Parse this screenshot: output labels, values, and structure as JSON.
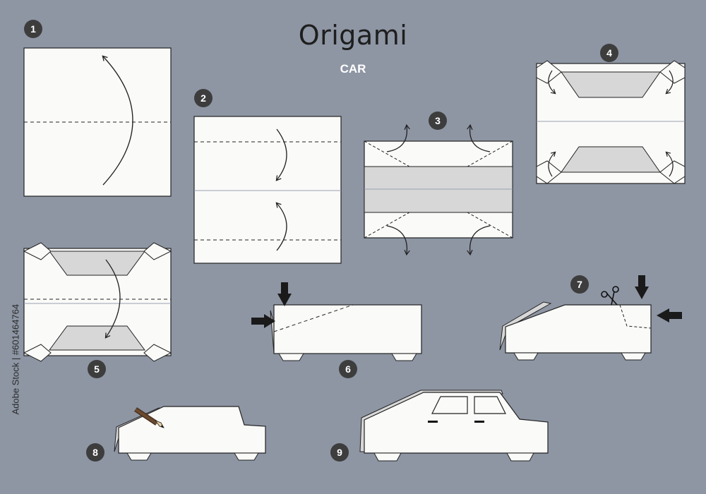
{
  "header": {
    "title": "Origami",
    "subtitle": "CAR"
  },
  "steps": [
    {
      "label": "1"
    },
    {
      "label": "2"
    },
    {
      "label": "3"
    },
    {
      "label": "4"
    },
    {
      "label": "5"
    },
    {
      "label": "6"
    },
    {
      "label": "7"
    },
    {
      "label": "8"
    },
    {
      "label": "9"
    }
  ],
  "watermark": {
    "stock_id": "Adobe Stock | #601464764"
  },
  "colors": {
    "background": "#8e96a4",
    "paper": "#fafaf8",
    "paper_shadow": "#d7d7d7",
    "outline": "#222222",
    "badge": "#3d3d3d"
  }
}
